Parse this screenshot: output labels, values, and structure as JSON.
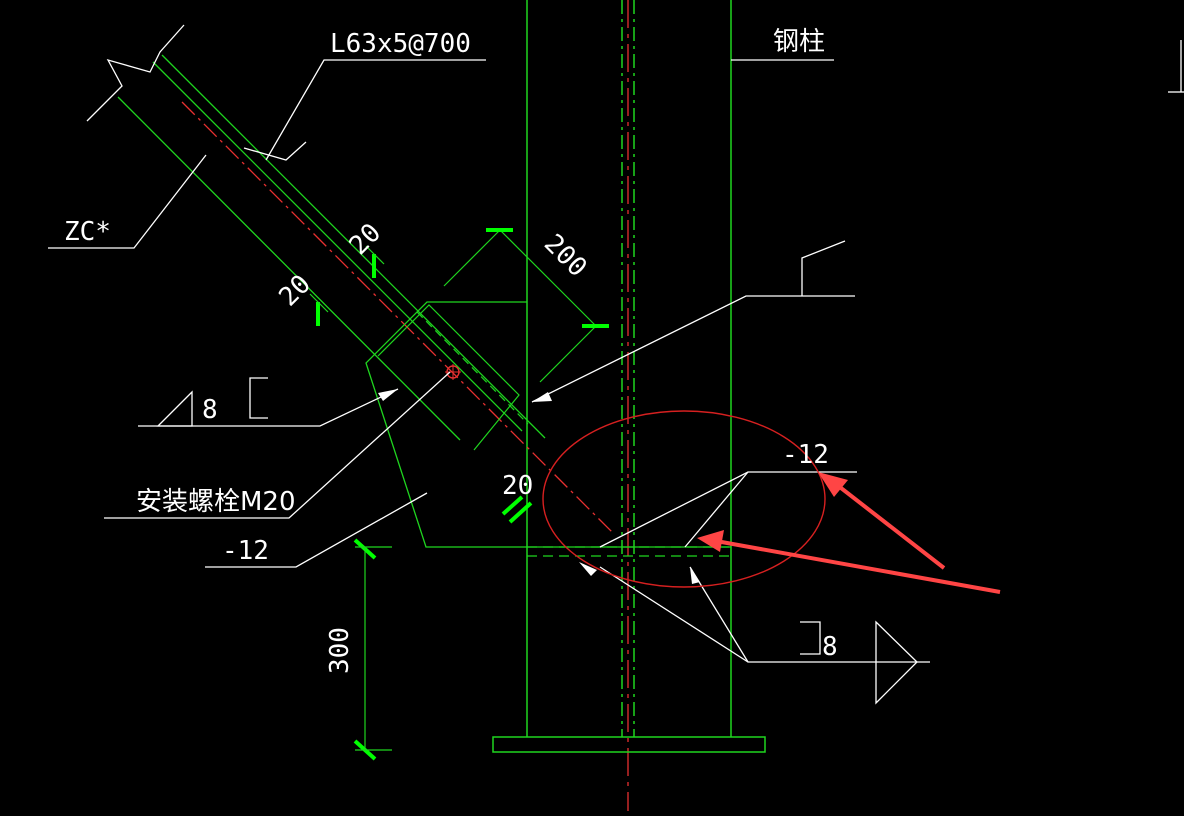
{
  "labels": {
    "angle_spec": "L63x5@700",
    "steel_column": "钢柱",
    "brace_code": "ZC*",
    "dim_20_top": "20",
    "dim_20_left": "20",
    "dim_200": "200",
    "weld_size_left": "8",
    "bolt_note": "安装螺栓M20",
    "plate_left": "-12",
    "dim_20_bottom": "20",
    "plate_right": "-12",
    "weld_size_right": "8",
    "dim_300": "300"
  },
  "colors": {
    "background": "#000000",
    "outline": "#00ff00",
    "leader": "#ffffff",
    "centerline": "#ff2a2a",
    "dim_tick": "#00ff00",
    "highlight_ellipse": "#e02020",
    "highlight_arrow": "#ff4040"
  }
}
